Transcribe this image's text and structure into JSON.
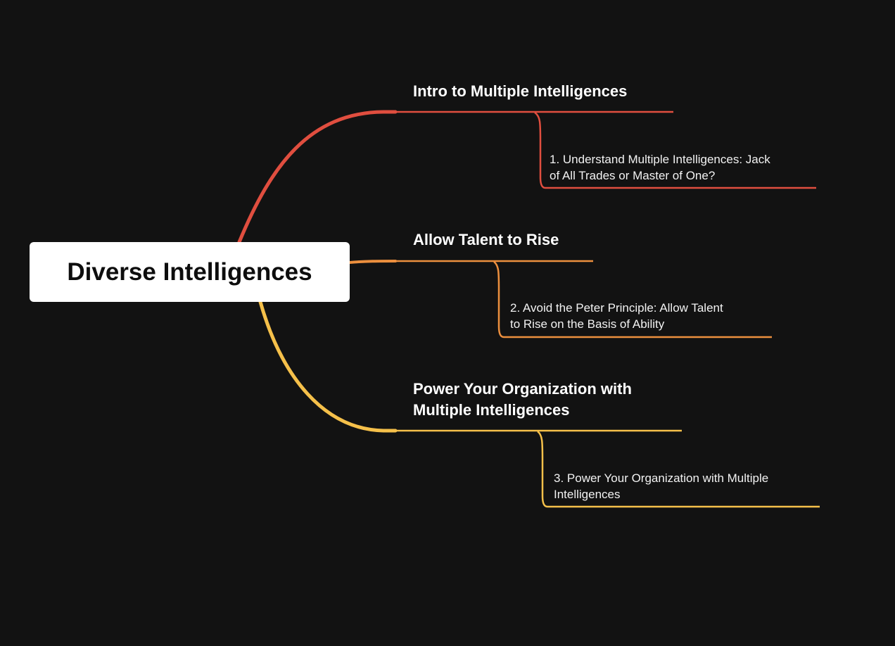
{
  "root": {
    "label": "Diverse Intelligences"
  },
  "branches": [
    {
      "label_lines": [
        "Intro to Multiple Intelligences"
      ],
      "color": "#e04e3f",
      "children": [
        {
          "label_lines": [
            "1. Understand Multiple Intelligences: Jack",
            "of All Trades or Master of One?"
          ]
        }
      ]
    },
    {
      "label_lines": [
        "Allow Talent to Rise"
      ],
      "color": "#ec8f3e",
      "children": [
        {
          "label_lines": [
            "2. Avoid the Peter Principle: Allow Talent",
            "to Rise on the Basis of Ability"
          ]
        }
      ]
    },
    {
      "label_lines": [
        "Power Your Organization with",
        "Multiple Intelligences"
      ],
      "color": "#f5c04a",
      "children": [
        {
          "label_lines": [
            "3. Power Your Organization with Multiple",
            "Intelligences"
          ]
        }
      ]
    }
  ],
  "theme": {
    "background": "#121212",
    "root_fill": "#ffffff",
    "root_text": "#0d0d0d",
    "text": "#ffffff"
  }
}
